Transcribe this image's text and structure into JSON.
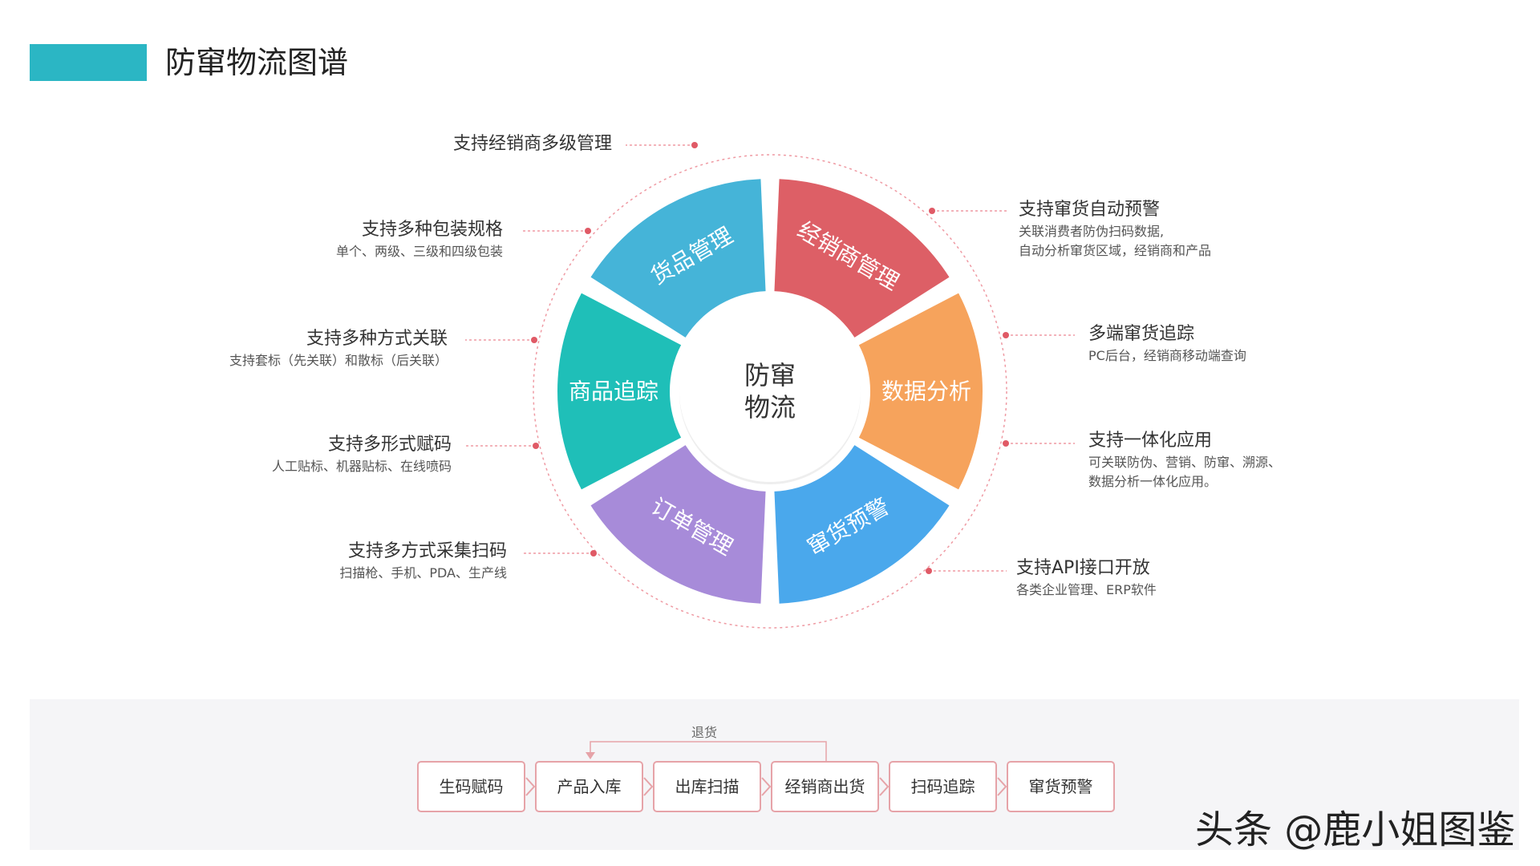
{
  "page": {
    "title": "防窜物流图谱",
    "accent_color": "#2bb6c4"
  },
  "center": {
    "line1": "防窜",
    "line2": "物流"
  },
  "segments": [
    {
      "label": "货品管理",
      "color": "#45b4d8"
    },
    {
      "label": "经销商管理",
      "color": "#dd5f66"
    },
    {
      "label": "数据分析",
      "color": "#f6a35c"
    },
    {
      "label": "窜货预警",
      "color": "#4aa8ec"
    },
    {
      "label": "订单管理",
      "color": "#a78bd9"
    },
    {
      "label": "商品追踪",
      "color": "#1fbfb8"
    }
  ],
  "annotations_left": [
    {
      "title": "支持经销商多级管理",
      "sub": ""
    },
    {
      "title": "支持多种包装规格",
      "sub": "单个、两级、三级和四级包装"
    },
    {
      "title": "支持多种方式关联",
      "sub": "支持套标（先关联）和散标（后关联）"
    },
    {
      "title": "支持多形式赋码",
      "sub": "人工贴标、机器贴标、在线喷码"
    },
    {
      "title": "支持多方式采集扫码",
      "sub": "扫描枪、手机、PDA、生产线"
    }
  ],
  "annotations_right": [
    {
      "title": "支持窜货自动预警",
      "sub1": "关联消费者防伪扫码数据,",
      "sub2": "自动分析窜货区域，经销商和产品"
    },
    {
      "title": "多端窜货追踪",
      "sub1": "PC后台，经销商移动端查询",
      "sub2": ""
    },
    {
      "title": "支持一体化应用",
      "sub1": "可关联防伪、营销、防窜、溯源、",
      "sub2": "数据分析一体化应用。"
    },
    {
      "title": "支持API接口开放",
      "sub1": "各类企业管理、ERP软件",
      "sub2": ""
    }
  ],
  "flow": {
    "return_label": "退货",
    "steps": [
      "生码赋码",
      "产品入库",
      "出库扫描",
      "经销商出货",
      "扫码追踪",
      "窜货预警"
    ]
  },
  "watermark": "头条 @鹿小姐图鉴"
}
